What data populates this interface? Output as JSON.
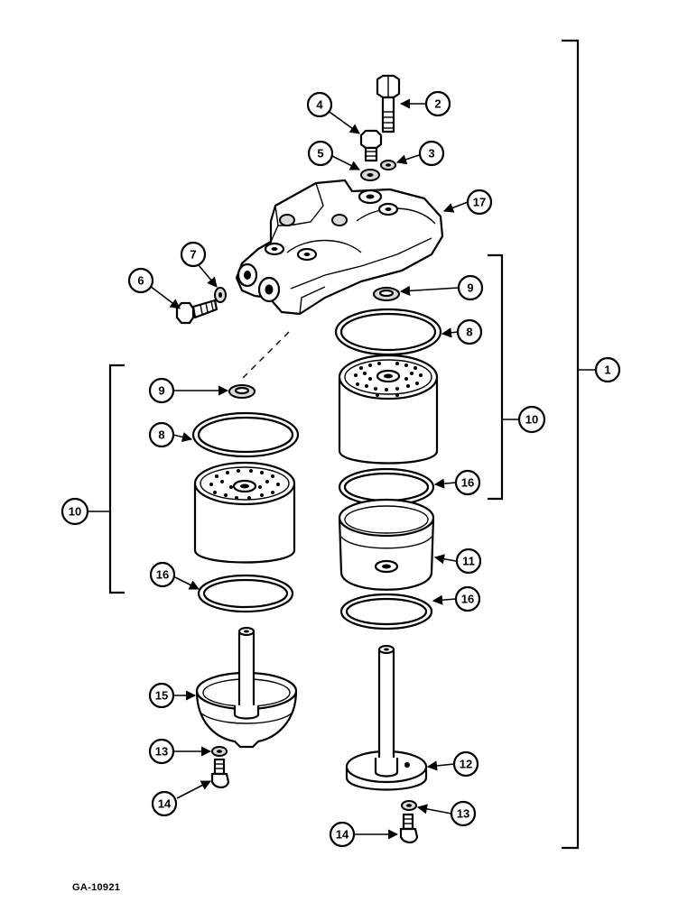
{
  "figure_id": "GA-10921",
  "callouts": {
    "c1": "1",
    "c2": "2",
    "c3": "3",
    "c4": "4",
    "c5": "5",
    "c6": "6",
    "c7": "7",
    "c8_right": "8",
    "c8_left": "8",
    "c9_right": "9",
    "c9_left": "9",
    "c10_right": "10",
    "c10_left": "10",
    "c11": "11",
    "c12": "12",
    "c13_left": "13",
    "c13_right": "13",
    "c14_left": "14",
    "c14_right": "14",
    "c15": "15",
    "c16_right_upper": "16",
    "c16_right_lower": "16",
    "c16_left": "16",
    "c17": "17"
  }
}
